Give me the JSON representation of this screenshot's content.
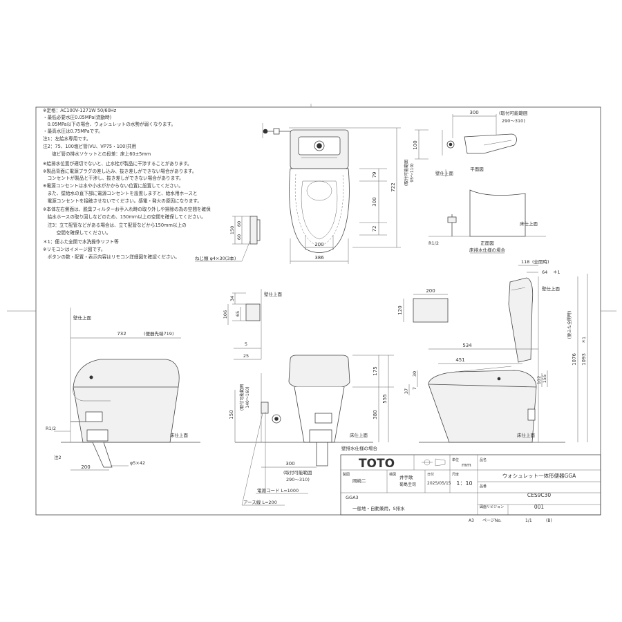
{
  "notes": [
    "※定格：AC100V-1271W 50/60Hz",
    "・最低必要水圧0.05MPa(流動時)",
    "　0.05MPa以下の場合、ウォシュレットの水勢が弱くなります。",
    "・最高水圧は0.75MPaです。",
    "注1：左給水専用です。",
    "注2：75、100塩ビ管(VU、VP75・100)共用",
    "　　塩ビ管の排水ソケットとの段差：床上60±5mm",
    "※給排水位置が適切でないと、止水栓が製品に干渉することがあります。",
    "※製品背面に電源プラグの差し込み、抜き差しができない場合があります。",
    "　コンセントが製品と干渉し、抜き差しができない場合があります。",
    "※電源コンセントは水や小水がかからない位置に設置してください。",
    "　また、壁給水の直下部に電源コンセントを設置しますと、給水用ホースと",
    "　電源コンセントを接触させないでください。感電・発火の原因になります。",
    "※本体左右側面は、脱臭フィルターお手入れ時の取り外しや掃除の為の空間を確保",
    "　給水ホースの取り回しなどのため、150mm以上の空間を確保してください。",
    "　注3：立て配管などがある場合は、立て配管などから150mm以上の",
    "　　　空間を確保してください。",
    "＊1：便ふた全開で水洗操作リフト等",
    "※リモコンはイメージ図です。",
    "　ボタンの数・配置・表示内容はリモコン詳細図を確認ください。"
  ],
  "top_view": {
    "dim_tank_width": "386",
    "dim_base_width": "200",
    "dim_79": "79",
    "dim_300": "300",
    "dim_72": "72",
    "dim_722": "722",
    "dim_range_label": "(取付可能範囲",
    "dim_range_value": "95～110)",
    "wall_label": "壁仕上面",
    "screw_label": "ねじ類 φ4×30(3本)",
    "dim_150": "150",
    "dim_60a": "60",
    "dim_60b": "60"
  },
  "remote_front": {
    "dim_300": "300",
    "range_label": "(取付可能範囲",
    "range_value": "290～310)",
    "dim_100": "100",
    "wall_label": "壁仕上面",
    "floor_label": "床仕上面",
    "plan_caption": "平面図",
    "front_caption": "正面図",
    "floor_drain_caption": "床排水仕様の場合",
    "r12": "R1/2"
  },
  "left_side": {
    "wall_label": "壁仕上面",
    "dim_732": "732",
    "dim_732_note": "(便器先端719)",
    "floor_label": "床仕上面",
    "r12": "R1/2",
    "note2": "注2",
    "dim_200": "200",
    "drain_size": "φ5×42"
  },
  "remote_side": {
    "dim_34": "34",
    "dim_106": "106",
    "dim_65": "65",
    "wall_label": "壁仕上面",
    "dim_5": "5",
    "dim_25": "25"
  },
  "center": {
    "dim_150": "150",
    "range_label": "(取付可能範囲",
    "range_value": "140～160)",
    "dim_175": "175",
    "dim_555": "555",
    "dim_380": "380",
    "floor_label": "床仕上面",
    "dim_300": "300",
    "range2_label": "(取付可能範囲",
    "range2_value": "290～310)",
    "cord_label": "電源コード L=1000",
    "earth_label": "アース線 L=200",
    "wall_drain_caption": "壁排水仕様の場合"
  },
  "remote_box": {
    "dim_200": "200",
    "dim_120": "120"
  },
  "right_side": {
    "dim_118": "118",
    "dim_118_note": "(全開時)",
    "dim_64": "64",
    "dim_64_note": "＊1",
    "wall_label": "壁仕上面",
    "dim_534": "534",
    "dim_451": "451",
    "dim_155": "155",
    "dim_102": "102",
    "dim_30": "30",
    "dim_37": "37",
    "dim_7": "7",
    "dim_1076": "1076",
    "dim_1076_note": "(便ふた全開時)",
    "dim_1093": "1093",
    "dim_1093_note": "＊1",
    "floor_label": "床仕上面"
  },
  "title_block": {
    "brand": "TOTO",
    "unit_label": "単位",
    "unit_value": "mm",
    "product_label": "品名",
    "product_name": "ウォシュレット一体形便器GGA",
    "design_label": "製図",
    "designer": "岡崎二",
    "check_label": "検図",
    "checker": "井手歌",
    "checker2": "菊島圭司",
    "date_label": "日付",
    "date": "2025/05/15",
    "scale_label": "尺度",
    "scale": "1：10",
    "model_label": "品番",
    "model": "CES9C30",
    "series": "GGA3",
    "series_desc": "一般地・自動兼用，S排水",
    "revision_label": "図面リビジョン",
    "revision": "001",
    "paper_size": "A3",
    "page_label": "ページNo.",
    "page_value": "1/1",
    "page_suffix": "(B)"
  }
}
